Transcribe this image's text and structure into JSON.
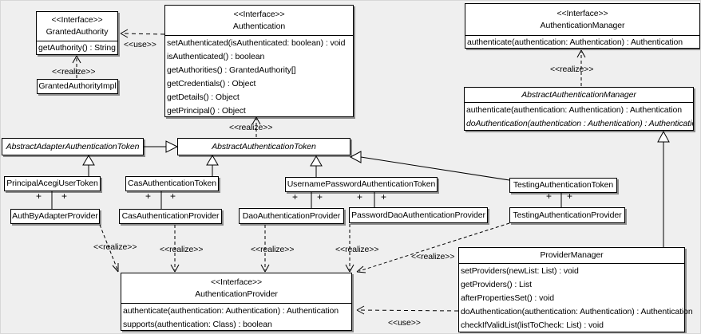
{
  "diagram": {
    "background": "#efefef",
    "box_fill": "#ffffff",
    "box_border": "#000000",
    "shadow_color": "#8a8a8a"
  },
  "edge_labels": {
    "use": "<<use>>",
    "realize": "<<realize>>",
    "plus": "+"
  },
  "classes": {
    "granted_authority": {
      "stereotype": "<<Interface>>",
      "name": "GrantedAuthority",
      "methods": [
        "getAuthority() : String"
      ]
    },
    "granted_authority_impl": {
      "name": "GrantedAuthorityImpl"
    },
    "authentication": {
      "stereotype": "<<Interface>>",
      "name": "Authentication",
      "methods": [
        "setAuthenticated(isAuthenticated: boolean) : void",
        "isAuthenticated() : boolean",
        "getAuthorities() : GrantedAuthority[]",
        "getCredentials() : Object",
        "getDetails() : Object",
        "getPrincipal() : Object"
      ]
    },
    "authentication_manager": {
      "stereotype": "<<Interface>>",
      "name": "AuthenticationManager",
      "methods": [
        "authenticate(authentication: Authentication) : Authentication"
      ]
    },
    "abstract_authentication_manager": {
      "name": "AbstractAuthenticationManager",
      "methods": [
        "authenticate(authentication: Authentication) : Authentication",
        "doAuthentication(authentication : Authentication) : Authentication"
      ]
    },
    "abstract_adapter_authentication_token": {
      "name": "AbstractAdapterAuthenticationToken"
    },
    "abstract_authentication_token": {
      "name": "AbstractAuthenticationToken"
    },
    "principal_acegi_user_token": {
      "name": "PrincipalAcegiUserToken"
    },
    "cas_authentication_token": {
      "name": "CasAuthenticationToken"
    },
    "username_password_authentication_token": {
      "name": "UsernamePasswordAuthenticationToken"
    },
    "testing_authentication_token": {
      "name": "TestingAuthenticationToken"
    },
    "auth_by_adapter_provider": {
      "name": "AuthByAdapterProvider"
    },
    "cas_authentication_provider": {
      "name": "CasAuthenticationProvider"
    },
    "dao_authentication_provider": {
      "name": "DaoAuthenticationProvider"
    },
    "password_dao_authentication_provider": {
      "name": "PasswordDaoAuthenticationProvider"
    },
    "testing_authentication_provider": {
      "name": "TestingAuthenticationProvider"
    },
    "authentication_provider": {
      "stereotype": "<<Interface>>",
      "name": "AuthenticationProvider",
      "methods": [
        "authenticate(authentication: Authentication) : Authentication",
        "supports(authentication: Class) : boolean"
      ]
    },
    "provider_manager": {
      "name": "ProviderManager",
      "methods": [
        "setProviders(newList: List) : void",
        "getProviders() : List",
        "afterPropertiesSet() : void",
        "doAuthentication(authentication: Authentication) : Authentication",
        "checkIfValidList(listToCheck: List) : void"
      ]
    }
  }
}
